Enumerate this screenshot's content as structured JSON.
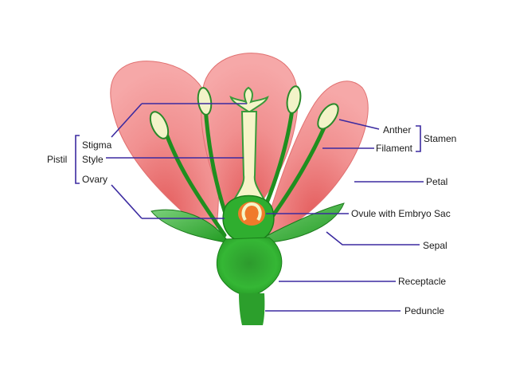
{
  "diagram": {
    "labels": {
      "pistil": "Pistil",
      "stigma": "Stigma",
      "style": "Style",
      "ovary": "Ovary",
      "anther": "Anther",
      "filament": "Filament",
      "stamen": "Stamen",
      "petal": "Petal",
      "ovule": "Ovule with Embryo Sac",
      "sepal": "Sepal",
      "receptacle": "Receptacle",
      "peduncle": "Peduncle"
    },
    "colors": {
      "petal": "#f08a8a",
      "petal_edge": "#e36d6d",
      "green": "#2fae2f",
      "green_dark": "#147a14",
      "anther": "#f3f3c8",
      "ovule": "#f07a2a",
      "leader_line": "#3b2aa0"
    }
  }
}
